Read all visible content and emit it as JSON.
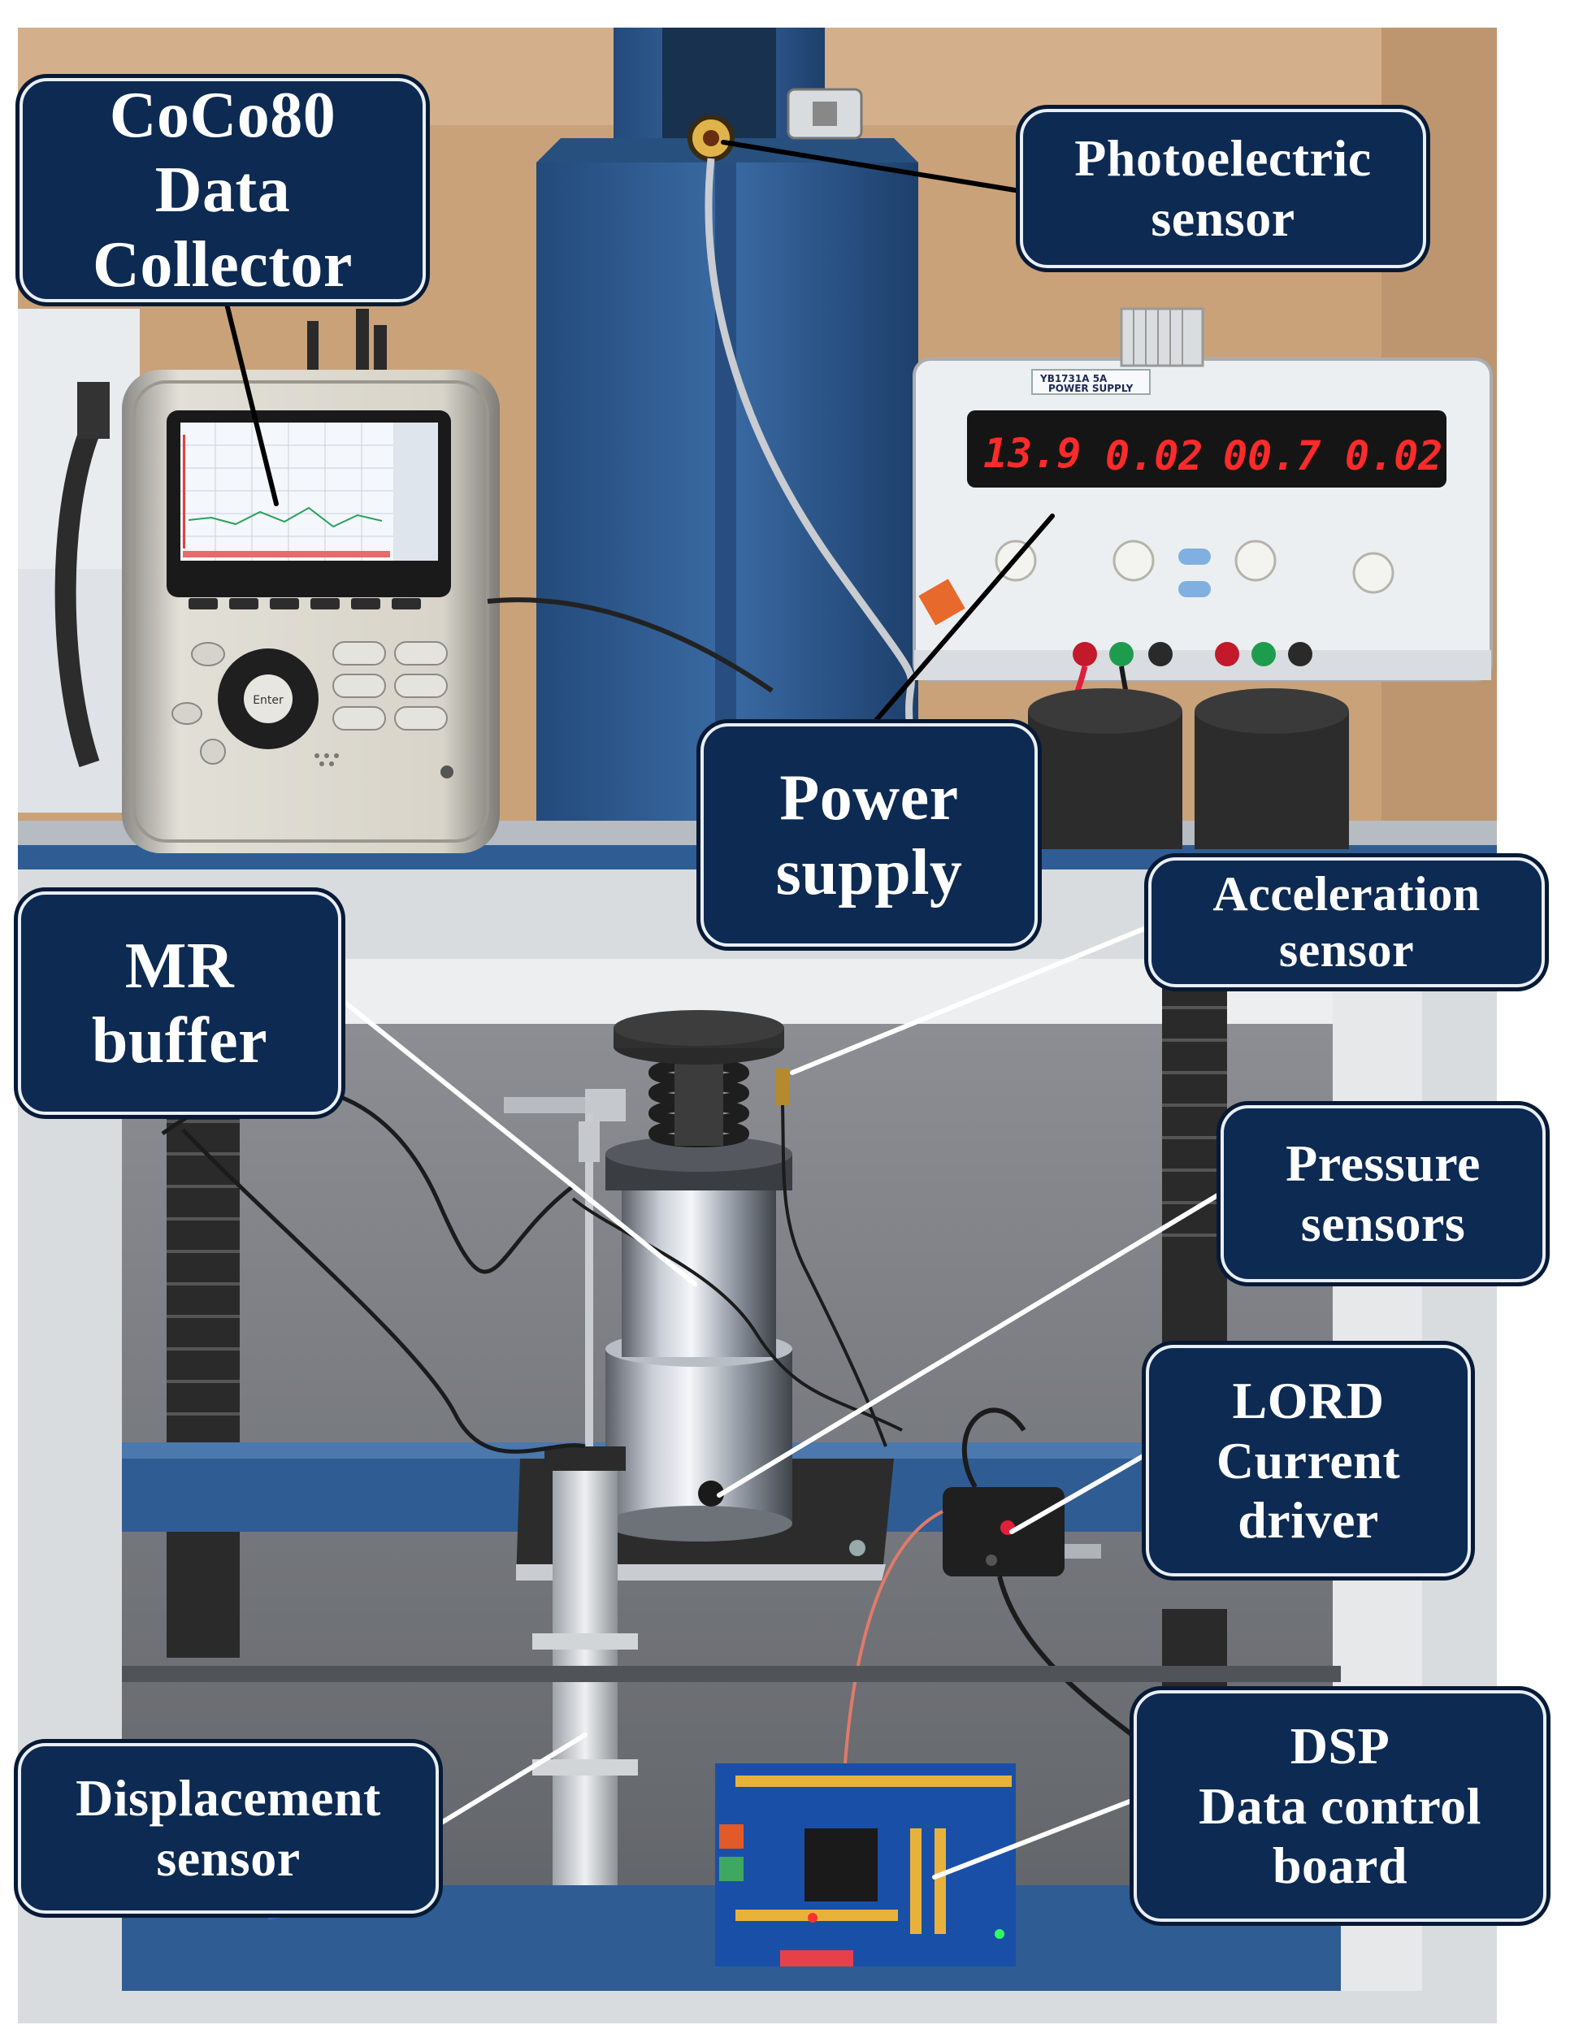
{
  "photo_text": {
    "power_supply_model": "YB1731A 5A",
    "power_supply_title": "POWER SUPPLY",
    "ch1_voltage": "13.9",
    "ch1_current": "0.02",
    "ch2_voltage": "00.7",
    "ch2_current": "0.02"
  },
  "labels": {
    "coco80": [
      "CoCo80",
      "Data",
      "Collector"
    ],
    "photoelectric": [
      "Photoelectric",
      "sensor"
    ],
    "power_supply": [
      "Power",
      "supply"
    ],
    "acceleration": [
      "Acceleration",
      "sensor"
    ],
    "mr_buffer": [
      "MR",
      "buffer"
    ],
    "pressure": [
      "Pressure",
      "sensors"
    ],
    "lord": [
      "LORD",
      "Current",
      "driver"
    ],
    "displacement": [
      "Displacement",
      "sensor"
    ],
    "dsp": [
      "DSP",
      "Data control",
      "board"
    ]
  },
  "colors": {
    "callout_fill": "#0d2a52",
    "callout_border": "#e9eef7",
    "callout_text": "#ffffff",
    "leader_line": "#ffffff",
    "leader_line_dark": "#000000",
    "frame_blue": "#2f5d93",
    "backdrop": "#c9a27a"
  }
}
